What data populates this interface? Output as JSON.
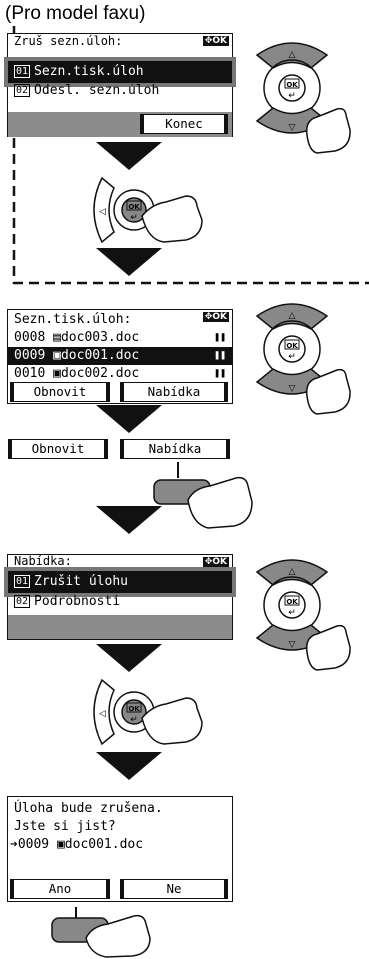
{
  "header": {
    "title": "(Pro model faxu)"
  },
  "screen1": {
    "title": "Zruš sezn.úloh:",
    "items": [
      {
        "num": "01",
        "label": "Sezn.tisk.úloh"
      },
      {
        "num": "02",
        "label": "Odesl. sezn.úloh"
      }
    ],
    "softkey_right": "Konec"
  },
  "screen2": {
    "title": "Sezn.tisk.úloh:",
    "rows": [
      {
        "id": "0008",
        "file": "doc003.doc"
      },
      {
        "id": "0009",
        "file": "doc001.doc"
      },
      {
        "id": "0010",
        "file": "doc002.doc"
      }
    ],
    "softkey_left": "Obnovit",
    "softkey_right": "Nabídka"
  },
  "softkeys_standalone": {
    "left": "Obnovit",
    "right": "Nabídka"
  },
  "screen3": {
    "title": "Nabídka:",
    "items": [
      {
        "num": "01",
        "label": "Zrušit úlohu"
      },
      {
        "num": "02",
        "label": "Podrobnosti"
      }
    ]
  },
  "screen4": {
    "line1": "Úloha bude zrušena.",
    "line2": "Jste si jist?",
    "line3_id": "0009",
    "line3_file": "doc001.doc",
    "softkey_left": "Ano",
    "softkey_right": "Ne"
  },
  "labels": {
    "ok": "OK"
  },
  "colors": {
    "highlight": "#777777",
    "key_grey": "#8c8c8c",
    "ink": "#111111"
  }
}
